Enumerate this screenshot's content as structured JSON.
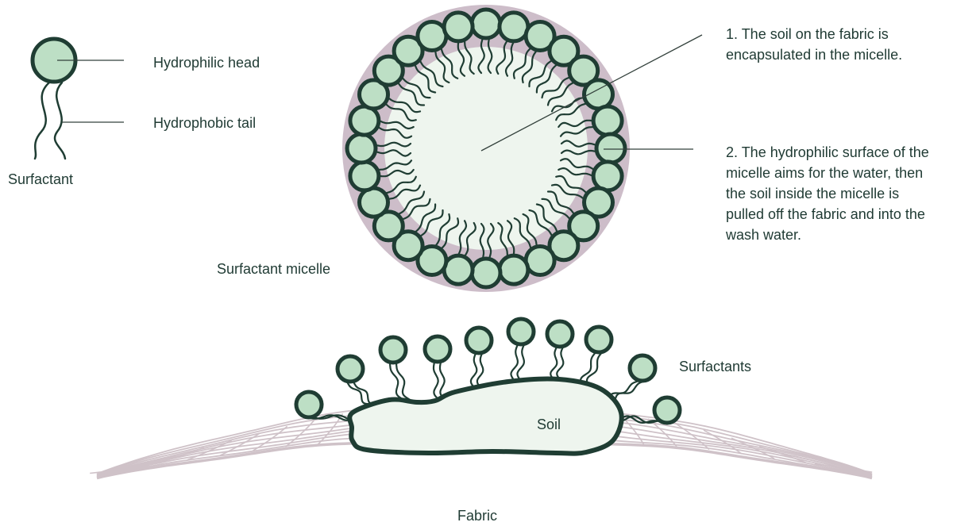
{
  "labels": {
    "hydrophilic_head": "Hydrophilic head",
    "hydrophobic_tail": "Hydrophobic tail",
    "surfactant": "Surfactant",
    "surfactant_micelle": "Surfactant micelle",
    "note_1": "1. The soil on the fabric is encapsulated in the micelle.",
    "note_2": "2. The hydrophilic surface of the micelle aims for the water, then the soil inside the micelle is pulled off the fabric and into the wash water.",
    "surfactants": "Surfactants",
    "soil": "Soil",
    "fabric": "Fabric"
  },
  "colors": {
    "head_fill": "#bddfc5",
    "outline": "#1f3d33",
    "micelle_shell": "#cdbdc9",
    "micelle_core": "#eef5ee",
    "soil_fill": "#eef5ee",
    "fabric_lines": "#cfc2c8",
    "leader_lines": "#33413c"
  }
}
